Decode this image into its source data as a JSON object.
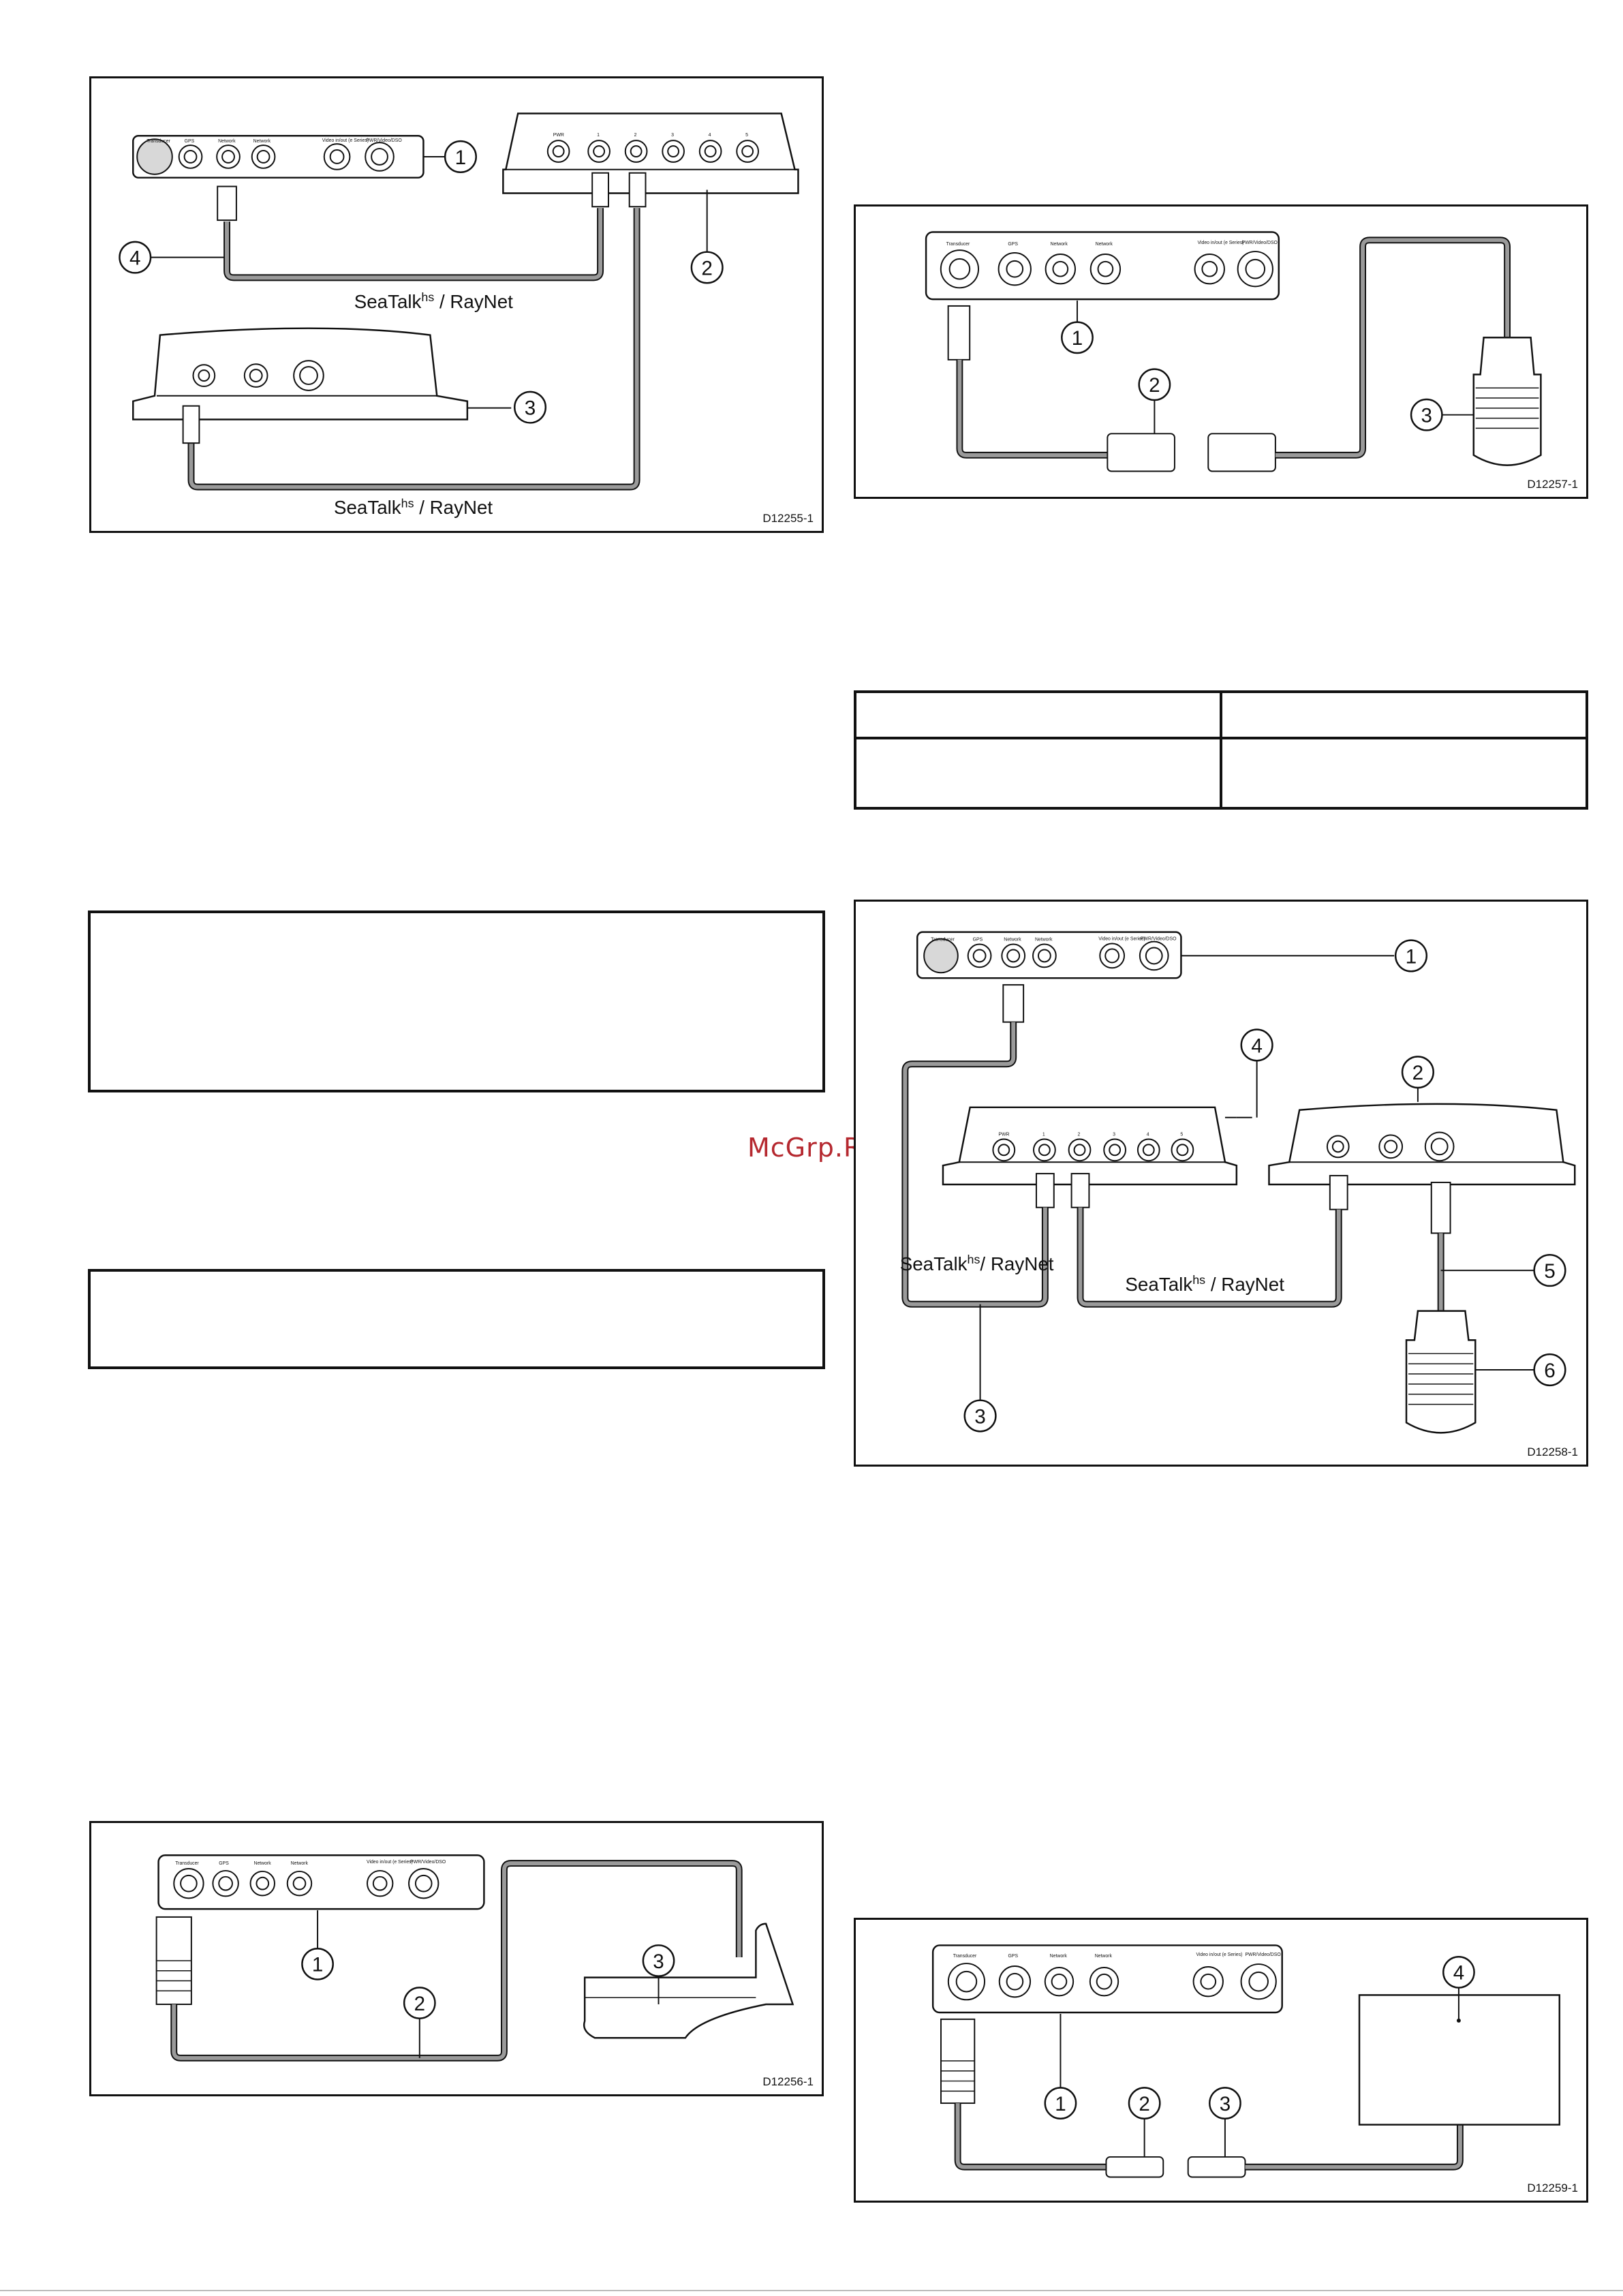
{
  "figures": [
    {
      "id": "D12255-1",
      "cable_labels": [
        "SeaTalkhs / RayNet",
        "SeaTalkhs / RayNet"
      ],
      "callouts": [
        "1",
        "2",
        "3",
        "4"
      ],
      "connector_labels": [
        "Transducer",
        "GPS",
        "Network",
        "Network",
        "Video in/out (e Series)",
        "PWR/Video/DSO",
        "PWR",
        "1",
        "2",
        "3",
        "4",
        "5"
      ]
    },
    {
      "id": "D12257-1",
      "callouts": [
        "1",
        "2",
        "3"
      ],
      "connector_labels": [
        "Transducer",
        "GPS",
        "Network",
        "Network",
        "Video in/out (e Series)",
        "PWR/Video/DSO"
      ]
    },
    {
      "id": "D12258-1",
      "cable_labels": [
        "SeaTalkhs/ RayNet",
        "SeaTalkhs / RayNet"
      ],
      "callouts": [
        "1",
        "2",
        "3",
        "4",
        "5",
        "6"
      ],
      "connector_labels": [
        "Transducer",
        "GPS",
        "Network",
        "Network",
        "Video in/out (e Series)",
        "PWR/Video/DSO",
        "PWR",
        "1",
        "2",
        "3",
        "4",
        "5"
      ]
    },
    {
      "id": "D12256-1",
      "callouts": [
        "1",
        "2",
        "3"
      ],
      "connector_labels": [
        "Transducer",
        "GPS",
        "Network",
        "Network",
        "Video in/out (e Series)",
        "PWR/Video/DSO"
      ]
    },
    {
      "id": "D12259-1",
      "callouts": [
        "1",
        "2",
        "3",
        "4"
      ],
      "connector_labels": [
        "Transducer",
        "GPS",
        "Network",
        "Network",
        "Video in/out (e Series)",
        "PWR/Video/DSO"
      ]
    }
  ],
  "watermark": "McGrp.Ru",
  "colors": {
    "line": "#111111",
    "cable": "#9a9a9a",
    "watermark": "#b5282f"
  }
}
